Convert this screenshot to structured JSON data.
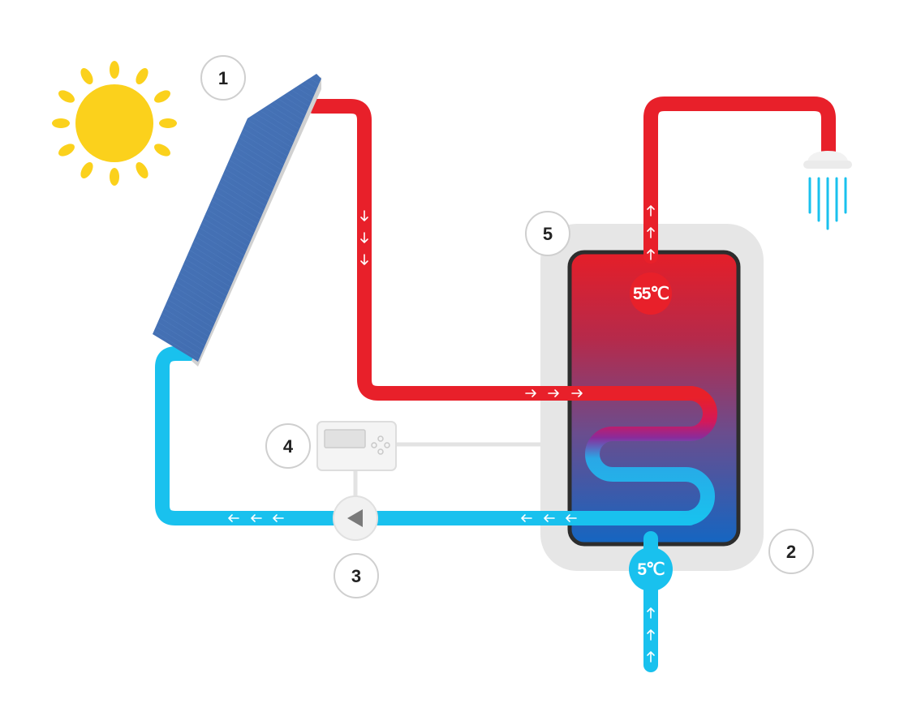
{
  "labels": {
    "collector": "1",
    "tank": "2",
    "pump": "3",
    "controller": "4",
    "insulation": "5"
  },
  "temperatures": {
    "hot": "55℃",
    "cold": "5℃"
  },
  "colors": {
    "hot_pipe": "#e8202a",
    "cold_pipe": "#19c1ee",
    "sun": "#fbd11c",
    "panel": "#4270b5",
    "insulation": "#e6e6e6",
    "tank_top": "#e41f2c",
    "tank_bottom": "#1565c0",
    "control_line": "#e3e3e3"
  },
  "icons": [
    "sun-icon",
    "solar-panel-icon",
    "shower-icon",
    "pump-icon",
    "controller-icon"
  ]
}
